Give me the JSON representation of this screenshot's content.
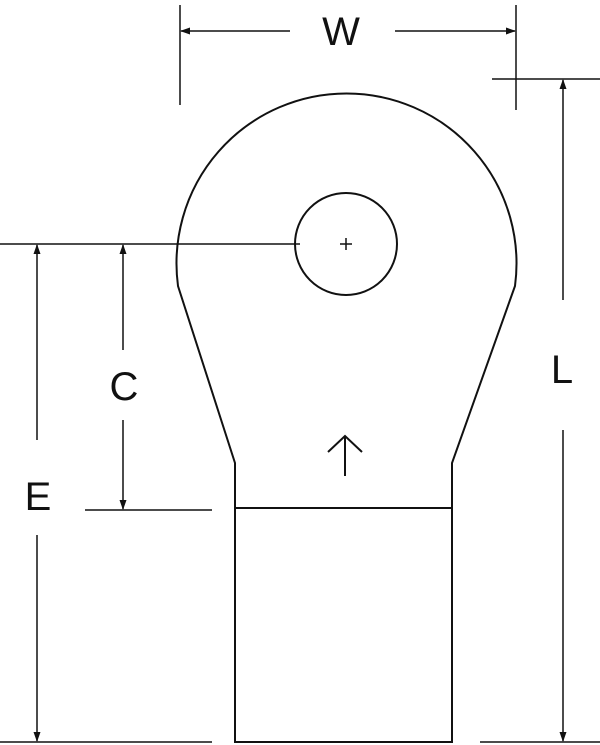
{
  "diagram": {
    "labels": {
      "width": "W",
      "length": "L",
      "stud_center": "C",
      "edge": "E"
    }
  }
}
